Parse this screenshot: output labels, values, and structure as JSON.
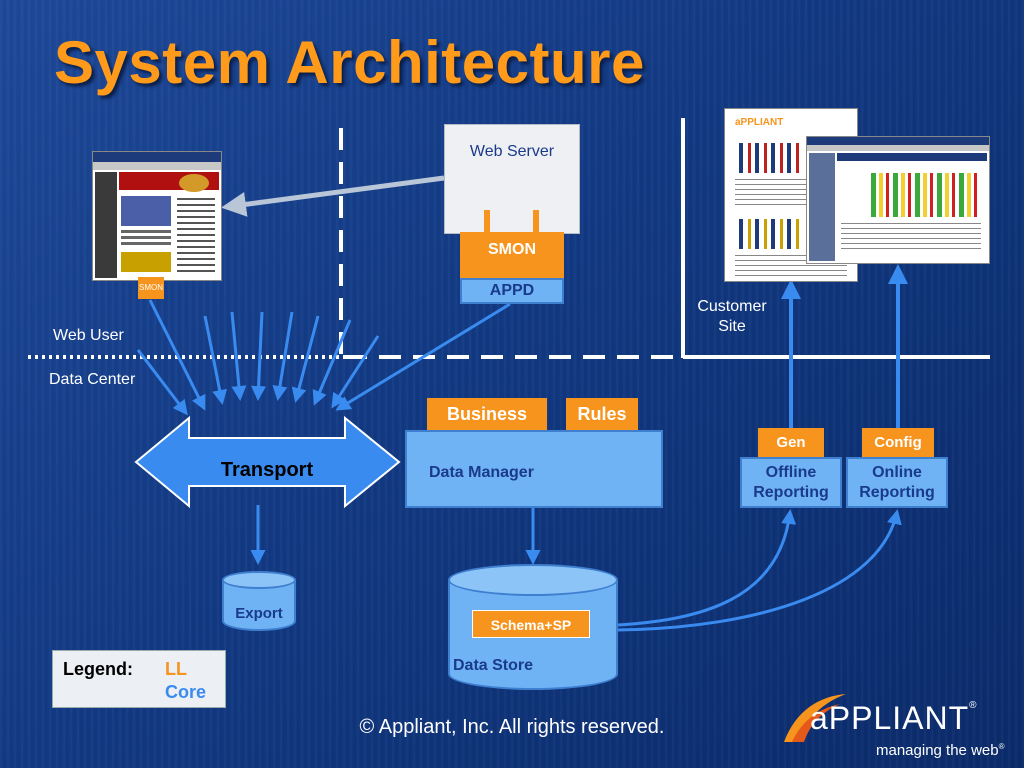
{
  "title": "System Architecture",
  "zones": {
    "web_user": "Web User",
    "data_center": "Data Center",
    "customer_site": "Customer Site"
  },
  "web_server": {
    "label": "Web Server",
    "smon": "SMON",
    "appd": "APPD"
  },
  "browser_tag": "SMON",
  "transport": "Transport",
  "data_manager": {
    "label": "Data Manager",
    "business": "Business",
    "rules": "Rules"
  },
  "export": "Export",
  "data_store": {
    "label": "Data Store",
    "schema": "Schema+SP"
  },
  "offline": {
    "tag": "Gen",
    "label": "Offline Reporting"
  },
  "online": {
    "tag": "Config",
    "label": "Online Reporting"
  },
  "legend": {
    "title": "Legend:",
    "ll": "LL",
    "core": "Core"
  },
  "footer": "© Appliant, Inc. All rights reserved.",
  "logo": {
    "name": "aPPLIANT",
    "reg": "®",
    "tagline": "managing the web",
    "tagline_reg": "®"
  },
  "colors": {
    "accent_orange": "#f7941d",
    "title_orange": "#ff9a1a",
    "core_blue": "#6fb3f5",
    "arrow_blue": "#3a8bf0",
    "legend_ll": "#f7941d",
    "legend_core": "#3a8bf0"
  }
}
